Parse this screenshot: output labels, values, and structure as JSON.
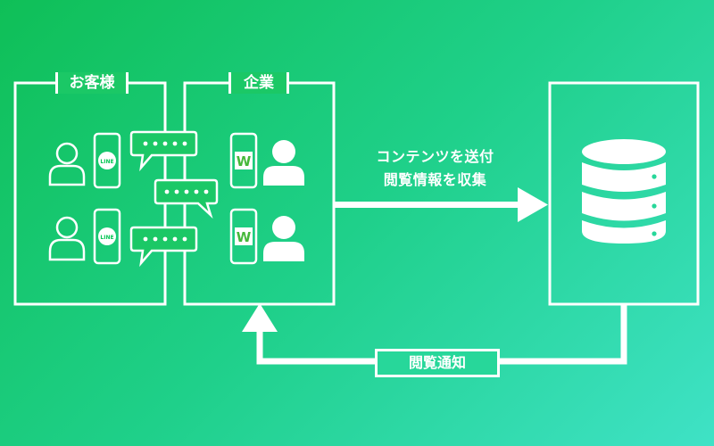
{
  "customer_box": {
    "label": "お客様"
  },
  "company_box": {
    "label": "企業"
  },
  "flow": {
    "send_line1": "コンテンツを送付",
    "send_line2": "閲覧情報を収集",
    "notify_label": "閲覧通知"
  },
  "app_badges": {
    "line_text": "LINE",
    "w_text": "W"
  },
  "colors": {
    "background_start": "#0fbf57",
    "background_end": "#3fe2c6",
    "line_green": "#06c755",
    "w_brand_green": "#46b83a",
    "foreground": "#ffffff"
  },
  "icons": [
    "user-icon",
    "smartphone-icon",
    "line-app-icon",
    "w-app-icon",
    "chat-bubble-icon",
    "database-icon",
    "arrow-icon"
  ]
}
